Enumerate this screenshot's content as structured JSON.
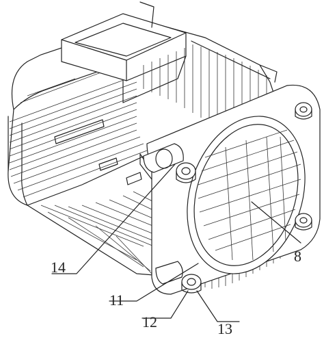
{
  "labels": {
    "l8": "8",
    "l11": "11",
    "l12": "12",
    "l13": "13",
    "l14": "14"
  },
  "colors": {
    "line": "#222222",
    "background": "#ffffff"
  }
}
